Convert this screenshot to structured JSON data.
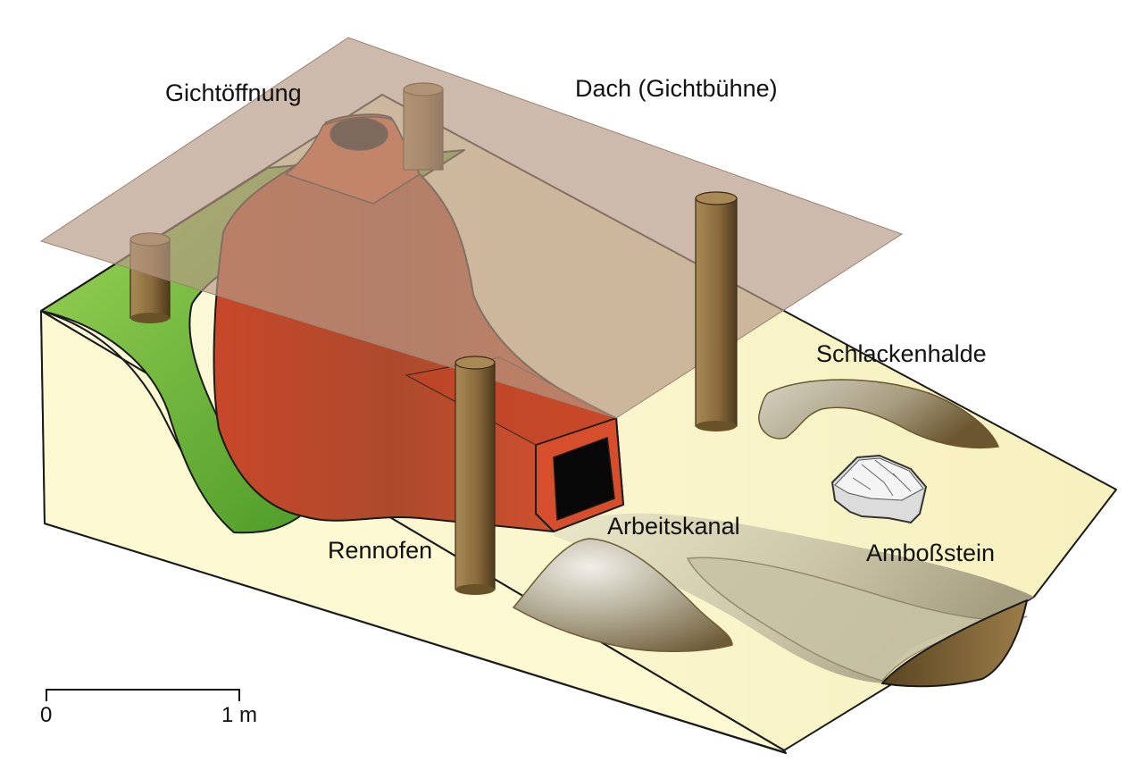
{
  "labels": {
    "gicht": "Gichtöffnung",
    "dach": "Dach (Gichtbühne)",
    "schlacke": "Schlackenhalde",
    "arbeit": "Arbeitskanal",
    "amboss": "Amboßstein",
    "rennofen": "Rennofen"
  },
  "scale": {
    "zero": "0",
    "one": "1 m"
  },
  "colors": {
    "ground": "#fbf8c8",
    "grass": "#64b830",
    "furnace": "#d44d2a",
    "roof": "#b89c86",
    "post": "#8a6a3a",
    "slag": "#a39c86",
    "anvil": "#e6e6e6"
  }
}
